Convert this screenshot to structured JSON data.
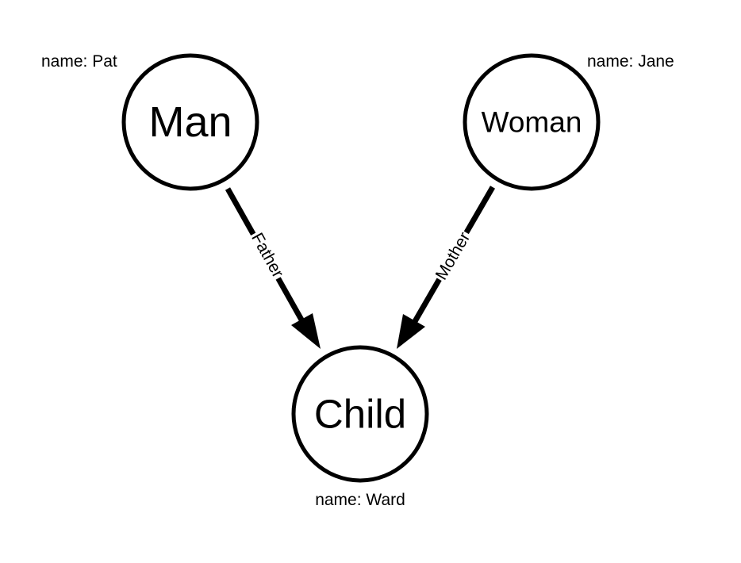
{
  "nodes": {
    "man": {
      "label": "Man",
      "property": "name: Pat"
    },
    "woman": {
      "label": "Woman",
      "property": "name: Jane"
    },
    "child": {
      "label": "Child",
      "property": "name: Ward"
    }
  },
  "edges": {
    "father": {
      "label": "Father"
    },
    "mother": {
      "label": "Mother"
    }
  },
  "colors": {
    "stroke": "#000000",
    "background": "#ffffff"
  }
}
